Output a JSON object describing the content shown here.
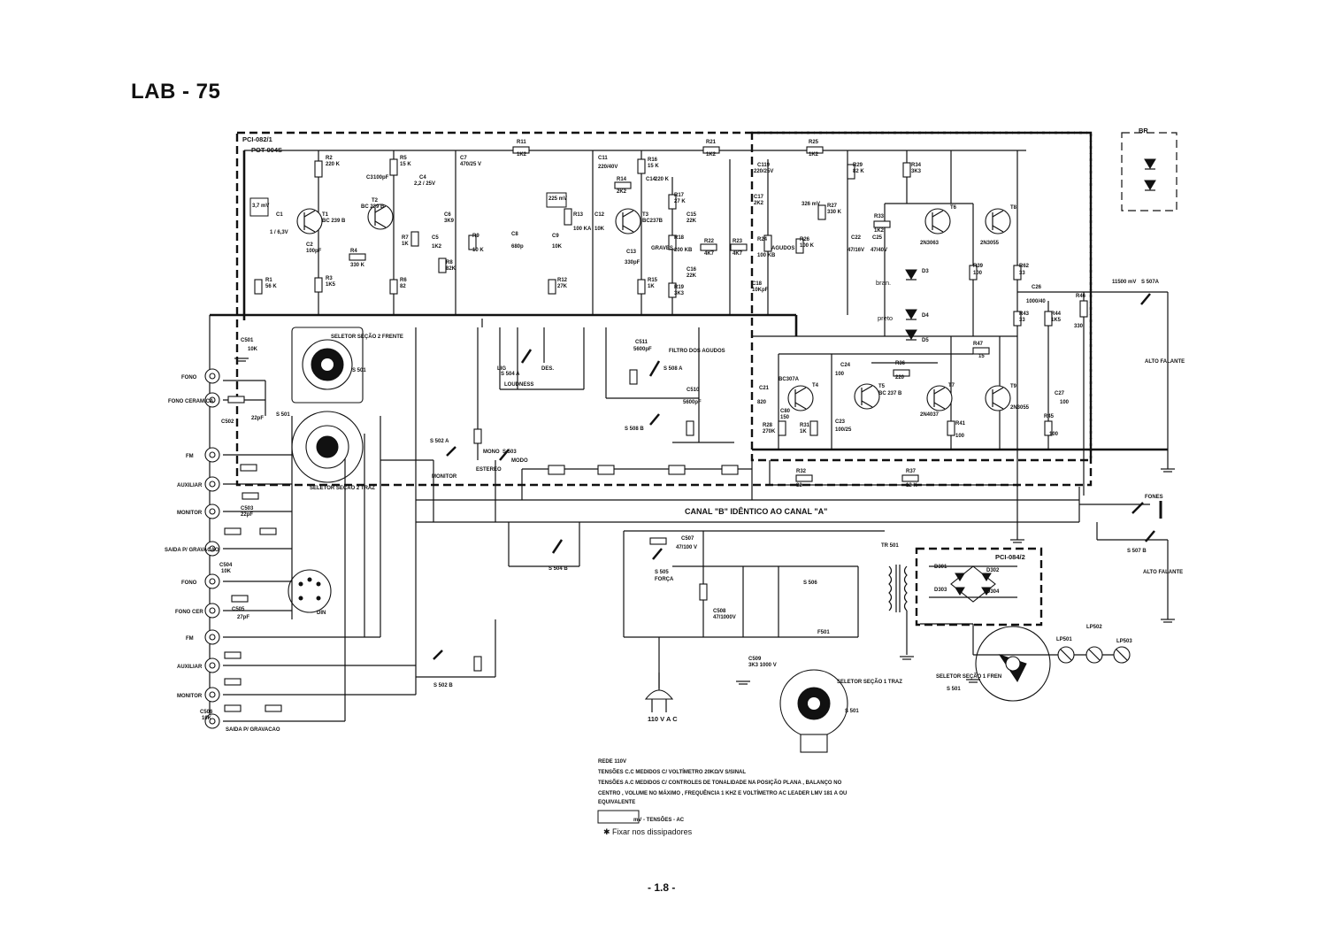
{
  "title": "LAB - 75",
  "page_number": "- 1.8 -",
  "board_labels": [
    "PCI-082/1",
    "POT-004S",
    "PCI-084/2",
    "BR"
  ],
  "transistors": [
    {
      "ref": "T1",
      "part": "BC 239 B"
    },
    {
      "ref": "T2",
      "part": "BC 239 B"
    },
    {
      "ref": "T3",
      "part": "BC237B"
    },
    {
      "ref": "T4",
      "part": "BC307A"
    },
    {
      "ref": "T5",
      "part": "BC 237 B"
    },
    {
      "ref": "T6",
      "part": "2N3063"
    },
    {
      "ref": "T7",
      "part": "2N4037"
    },
    {
      "ref": "T8",
      "part": "2N3055"
    },
    {
      "ref": "T9",
      "part": "2N3055"
    }
  ],
  "resistors": [
    {
      "ref": "R2",
      "value": "220 K"
    },
    {
      "ref": "R5",
      "value": "15 K"
    },
    {
      "ref": "R4",
      "value": "330 K"
    },
    {
      "ref": "R3",
      "value": "1K5"
    },
    {
      "ref": "R1",
      "value": "56 K"
    },
    {
      "ref": "R7",
      "value": "1K"
    },
    {
      "ref": "R6",
      "value": "82"
    },
    {
      "ref": "R8",
      "value": "82K"
    },
    {
      "ref": "R9",
      "value": "10 K"
    },
    {
      "ref": "R11",
      "value": "1K2"
    },
    {
      "ref": "R12",
      "value": "27K"
    },
    {
      "ref": "R13",
      "value": "100 KA"
    },
    {
      "ref": "R14",
      "value": "2K2"
    },
    {
      "ref": "R16",
      "value": "15 K"
    },
    {
      "ref": "R15",
      "value": "1K"
    },
    {
      "ref": "R17",
      "value": "27 K"
    },
    {
      "ref": "R18",
      "value": "200 KB"
    },
    {
      "ref": "R19",
      "value": "3K3"
    },
    {
      "ref": "R21",
      "value": "1K2"
    },
    {
      "ref": "R22",
      "value": "4K7"
    },
    {
      "ref": "R23",
      "value": "4K7"
    },
    {
      "ref": "R24",
      "value": "100 KB"
    },
    {
      "ref": "R25",
      "value": "1K2"
    },
    {
      "ref": "R26",
      "value": "100 K"
    },
    {
      "ref": "R27",
      "value": "330 K"
    },
    {
      "ref": "R29",
      "value": "82 K"
    },
    {
      "ref": "R34",
      "value": "3K3"
    },
    {
      "ref": "R33",
      "value": "1K2"
    },
    {
      "ref": "R36",
      "value": "220"
    },
    {
      "ref": "R39",
      "value": "100"
    },
    {
      "ref": "R62",
      "value": "33"
    },
    {
      "ref": "R43",
      "value": "33"
    },
    {
      "ref": "R44",
      "value": "1K5"
    },
    {
      "ref": "R45",
      "value": "100"
    },
    {
      "ref": "R46",
      "value": "330"
    },
    {
      "ref": "R47",
      "value": "15"
    },
    {
      "ref": "R28",
      "value": "270K"
    },
    {
      "ref": "R31",
      "value": "1K"
    },
    {
      "ref": "R41",
      "value": "100"
    },
    {
      "ref": "R32",
      "value": "82"
    },
    {
      "ref": "R37",
      "value": "12 K"
    }
  ],
  "capacitors": [
    {
      "ref": "C1",
      "value": "1 / 6,3V"
    },
    {
      "ref": "C2",
      "value": "100pF"
    },
    {
      "ref": "C3",
      "value": "100pF"
    },
    {
      "ref": "C4",
      "value": "2,2 / 25V"
    },
    {
      "ref": "C5",
      "value": "1K2"
    },
    {
      "ref": "C6",
      "value": "3K9"
    },
    {
      "ref": "C7",
      "value": "470/25 V"
    },
    {
      "ref": "C8",
      "value": "680p"
    },
    {
      "ref": "C9",
      "value": "10K"
    },
    {
      "ref": "C11",
      "value": "220/40V"
    },
    {
      "ref": "C12",
      "value": "10K"
    },
    {
      "ref": "C13",
      "value": "330pF"
    },
    {
      "ref": "C14",
      "value": "220 K"
    },
    {
      "ref": "C15",
      "value": "22K"
    },
    {
      "ref": "C16",
      "value": "22K"
    },
    {
      "ref": "C17",
      "value": "2K2"
    },
    {
      "ref": "C18",
      "value": "10KpF"
    },
    {
      "ref": "C119",
      "value": "220/25V"
    },
    {
      "ref": "C21",
      "value": "820"
    },
    {
      "ref": "C22",
      "value": "47/16V"
    },
    {
      "ref": "C23",
      "value": "100/25"
    },
    {
      "ref": "C24",
      "value": "100"
    },
    {
      "ref": "C25",
      "value": "47/40V"
    },
    {
      "ref": "C26",
      "value": "1000/40"
    },
    {
      "ref": "C27",
      "value": "100"
    },
    {
      "ref": "C80",
      "value": "150"
    },
    {
      "ref": "C501",
      "value": "10K"
    },
    {
      "ref": "C502",
      "value": "22pF"
    },
    {
      "ref": "C503",
      "value": "22pF"
    },
    {
      "ref": "C504",
      "value": "10K"
    },
    {
      "ref": "C505",
      "value": "27pF"
    },
    {
      "ref": "C506",
      "value": "10K"
    },
    {
      "ref": "C507",
      "value": "47/100 V"
    },
    {
      "ref": "C508",
      "value": "47/1000V"
    },
    {
      "ref": "C509",
      "value": "3K3 1000 V"
    },
    {
      "ref": "C510",
      "value": "5600pF"
    },
    {
      "ref": "C511",
      "value": "5600pF"
    }
  ],
  "diodes": [
    "D3",
    "D4",
    "D5",
    "D301",
    "D302",
    "D303",
    "D304"
  ],
  "input_jacks": [
    "FONO",
    "FONO CERAMICA",
    "FM",
    "AUXILIAR",
    "MONITOR",
    "SAIDA P/ GRAVACAO",
    "FONO",
    "FONO CER",
    "FM",
    "AUXILIAR",
    "MONITOR",
    "SAIDA P/ GRAVACAO"
  ],
  "switches": [
    {
      "ref": "S 501",
      "label": "SELETOR SEÇÃO 2 FRENTE"
    },
    {
      "ref": "S 501",
      "label": "SELETOR SEÇÃO 2 TRAZ"
    },
    {
      "ref": "S 501",
      "label": "SELETOR SEÇÃO 1 TRAZ"
    },
    {
      "ref": "S 501",
      "label": "SELETOR SEÇÃO 1 FREN"
    },
    {
      "ref": "S 502 A",
      "label": "MONITOR"
    },
    {
      "ref": "S 502 B",
      "label": ""
    },
    {
      "ref": "S 503",
      "label": "MODO"
    },
    {
      "ref": "S 504 A",
      "label": "LOUDNESS"
    },
    {
      "ref": "S 504 B",
      "label": ""
    },
    {
      "ref": "S 505",
      "label": "FORÇA"
    },
    {
      "ref": "S 506",
      "label": ""
    },
    {
      "ref": "S 507A",
      "label": ""
    },
    {
      "ref": "S 507 B",
      "label": ""
    },
    {
      "ref": "S 508 A",
      "label": "FILTRO DOS AGUDOS"
    },
    {
      "ref": "S 508 B",
      "label": ""
    }
  ],
  "labels": {
    "canal_b": "CANAL \"B\" IDÊNTICO AO CANAL \"A\"",
    "alto_falante_a": "ALTO FALANTE",
    "alto_falante_b": "ALTO FALANTE",
    "fones": "FONES",
    "mains": "110 V A C",
    "fuse": "F501",
    "transformer": "TR 501",
    "lamps": [
      "LP501",
      "LP502",
      "LP503"
    ],
    "lig": "LIG",
    "des": "DES.",
    "mono": "MONO",
    "estereo": "ESTEREO",
    "graves": "GRAVES",
    "agudos": "AGUDOS",
    "din": "DIN",
    "preto": "preto",
    "branco": "bran.",
    "mv_225": "225 mV",
    "mv_37": "3,7 mV",
    "mv_326": "326 mV",
    "mv_11500": "11500 mV"
  },
  "notes": [
    "REDE 110V",
    "TENSÕES C.C MEDIDOS C/ VOLTÍMETRO 20KΩ/V S/SINAL",
    "TENSÕES A.C MEDIDOS C/ CONTROLES DE TONALIDADE NA POSIÇÃO PLANA , BALANÇO NO",
    "CENTRO , VOLUME NO MÁXIMO , FREQUÊNCIA 1 KHZ E VOLTÍMETRO AC LEADER LMV 181 A OU",
    "EQUIVALENTE",
    "mV - TENSÕES - AC",
    "✱ Fixar nos dissipadores"
  ]
}
